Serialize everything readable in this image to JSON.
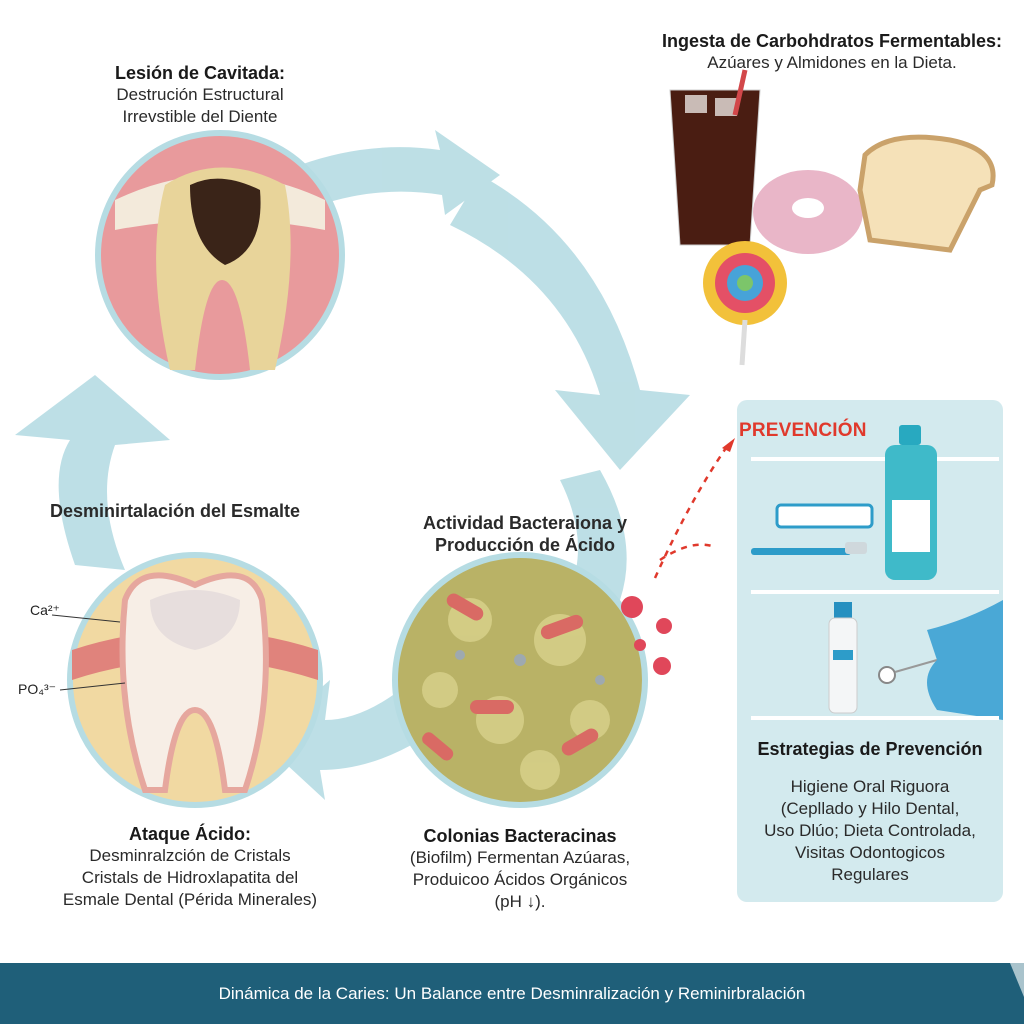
{
  "cavity": {
    "title": "Lesión de Cavitada:",
    "lines": [
      "Destrución Estructural",
      "Irrevstible del Diente"
    ]
  },
  "intake": {
    "title": "Ingesta de Carbohdratos Fermentables:",
    "subtitle": "Azúares y Almidones en la Dieta."
  },
  "demineralization": {
    "label": "Desminirtalación del Esmalte",
    "ions": [
      "Ca²⁺",
      "PO₄³⁻"
    ]
  },
  "bacteria": {
    "title_lines": [
      "Actividad Bacteraiona y",
      "Producción de Ácido"
    ]
  },
  "acid_attack": {
    "title": "Ataque Ácido:",
    "lines": [
      "Desminralzción de Cristals",
      "Cristals de Hidroxlapatita del",
      "Esmale Dental (Périda Minerales)"
    ]
  },
  "colonies": {
    "title": "Colonias Bacteracinas",
    "lines": [
      "(Biofilm) Fermentan Azúaras,",
      "Produicoo Ácidos Orgánicos",
      "(pH ↓)."
    ]
  },
  "prevention": {
    "heading": "PREVENCIÓN",
    "title": "Estrategias de Prevención",
    "lines": [
      "Higiene Oral Riguora",
      "(Cepllado y Hilo Dental,",
      "Uso Dlúo; Dieta Controlada,",
      "Visitas Odontogicos",
      "Regulares"
    ]
  },
  "footer": {
    "title": "Dinámica de la Caries: Un Balance entre Desminralización y Reminirbralación"
  },
  "colors": {
    "ring": "#b6dce3",
    "accent_red": "#e0392c",
    "footer": "#1f5f79",
    "panel": "#d3eaee"
  }
}
